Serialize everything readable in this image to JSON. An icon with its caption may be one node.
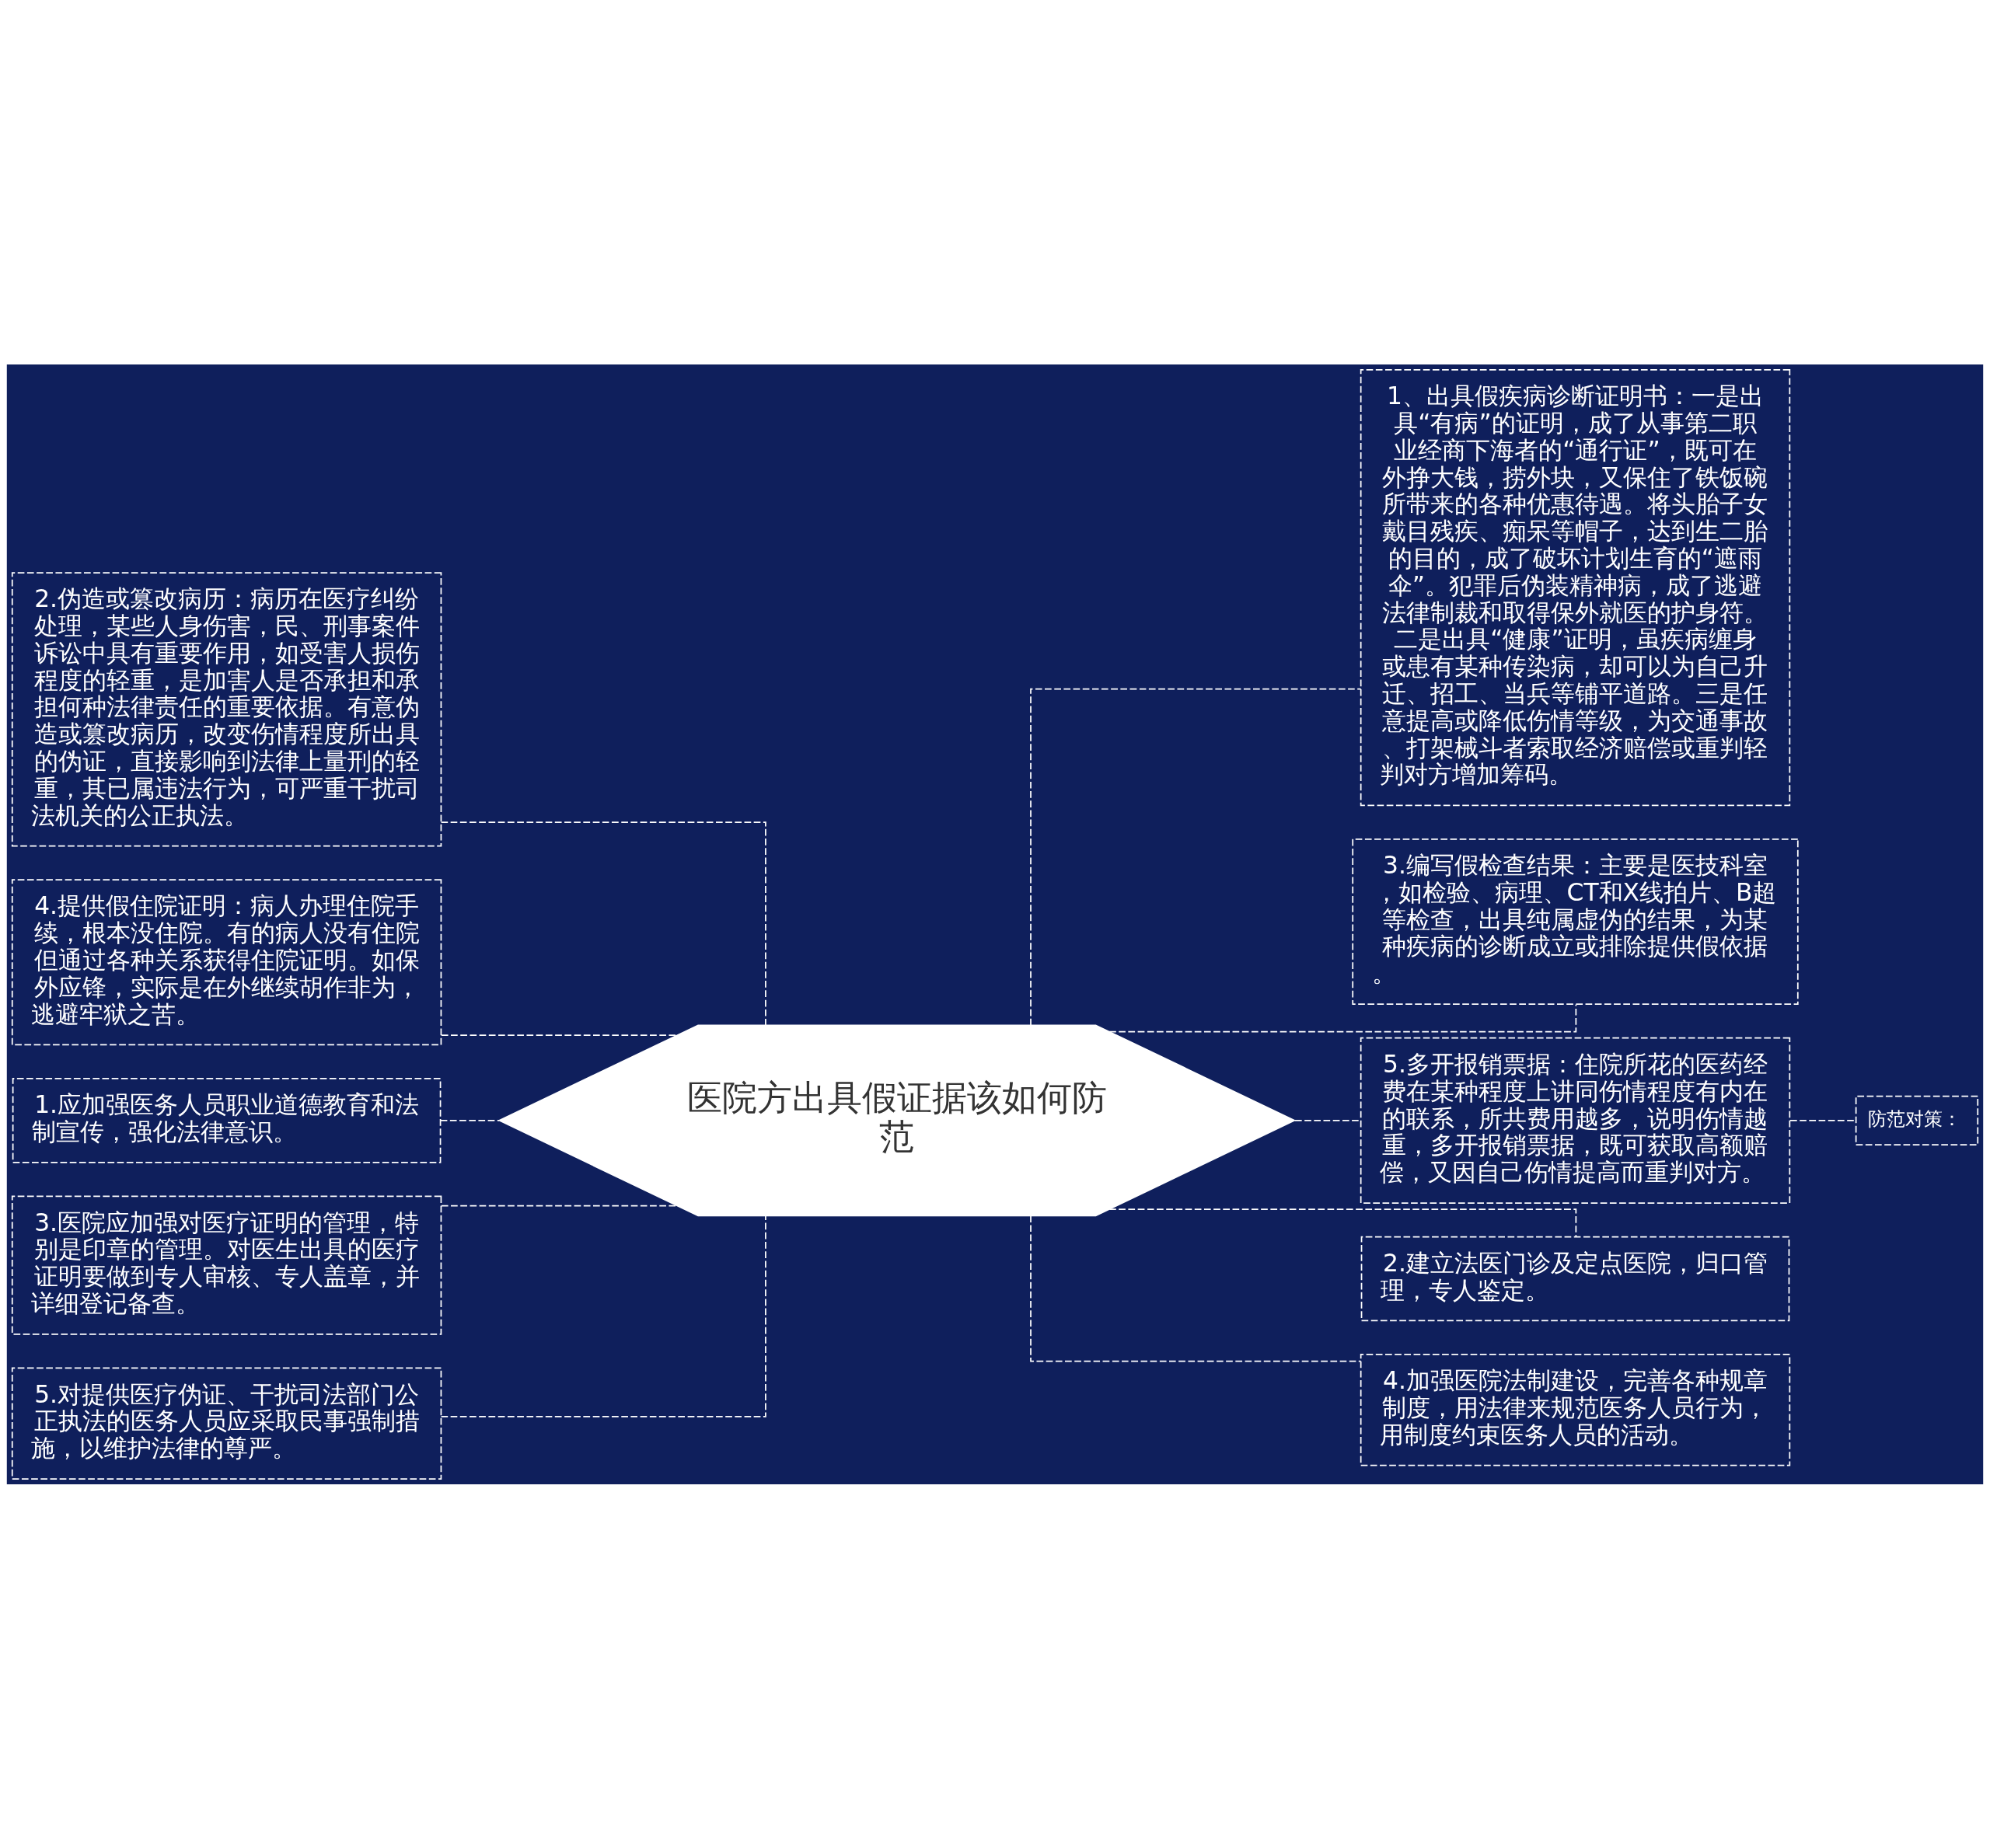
{
  "diagram": {
    "nodes": [
      {
        "text": [
          "医院方出具假证据该如何防范"
        ]
      },
      {
        "text": [
          "2.伪造或篡改病历：病历在医疗纠纷处理，某些人身伤害，民、刑事案件诉讼中具有重要作用，如受害人损伤程度的轻重，是加害人是否承担和承担何种法律责任的重要依据。有意伪造或篡改病历，改变伤情程度所出具的伪证，直接影响到法律上量刑的轻重，其已属违法行为，可严重干扰司法机关的公正执法。"
        ]
      },
      {
        "text": [
          "4.提供假住院证明：病人办理住院手续，根本没住院。有的病人没有住院但通过各种关系获得住院证明。如保外应锋，实际是在外继续胡作非为，逃避牢狱之苦。"
        ]
      },
      {
        "text": [
          "1.应加强医务人员职业道德教育和法制宣传，强化法律意识。"
        ]
      },
      {
        "text": [
          "3.医院应加强对医疗证明的管理，特别是印章的管理。对医生出具的医疗证明要做到专人审核、专人盖章，并详细登记备查。"
        ]
      },
      {
        "text": [
          "5.对提供医疗伪证、干扰司法部门公正执法的医务人员应采取民事强制措施，以维护法律的尊严。"
        ]
      },
      {
        "text": [
          "1、出具假疾病诊断证明书：一是出具“有病”的证明，成了从事第二职业经商下海者的“通行证”，既可在外挣大钱，捞外块，又保住了铁饭碗所带来的各种优惠待遇。将头胎子女戴目残疾、痴呆等帽子，达到生二胎的目的，成了破坏计划生育的“遮雨伞”。犯罪后伪装精神病，成了逃避法律制裁和取得保外就医的护身符。二是出具“健康”证明，虽疾病缠身或患有某种传染病，却可以为自己升迁、招工、当兵等铺平道路。三是任意提高或降低伤情等级，为交通事故、打架械斗者索取经济赔偿或重判轻判对方增加筹码。"
        ]
      },
      {
        "text": [
          "3.编写假检查结果：主要是医技科室，如检验、病理、CT和X线拍片、B超等检查，出具纯属虚伪的结果，为某种疾病的诊断成立或排除提供假依据。"
        ]
      },
      {
        "text": [
          "5.多开报销票据：住院所花的医药经费在某种程度上讲同伤情程度有内在的联系，所共费用越多，说明伤情越重，多开报销票据，既可获取高额赔偿，又因自己伤情提高而重判对方。"
        ]
      },
      {
        "text": [
          "2.建立法医门诊及定点医院，归口管理，专人鉴定。"
        ]
      },
      {
        "text": [
          "4.加强医院法制建设，完善各种规章制度，用法律来规范医务人员行为，用制度约束医务人员的活动。"
        ]
      },
      {
        "text": [
          "防范对策："
        ]
      }
    ],
    "edges": [
      {
        "from": 0,
        "to": 1,
        "arrow": "none",
        "style": "dashed"
      },
      {
        "from": 0,
        "to": 2,
        "arrow": "none",
        "style": "dashed"
      },
      {
        "from": 0,
        "to": 3,
        "arrow": "none",
        "style": "dashed"
      },
      {
        "from": 0,
        "to": 4,
        "arrow": "none",
        "style": "dashed"
      },
      {
        "from": 0,
        "to": 5,
        "arrow": "none",
        "style": "dashed"
      },
      {
        "from": 0,
        "to": 6,
        "arrow": "none",
        "style": "dashed"
      },
      {
        "from": 0,
        "to": 7,
        "arrow": "none",
        "style": "dashed"
      },
      {
        "from": 0,
        "to": 8,
        "arrow": "none",
        "style": "dashed"
      },
      {
        "from": 0,
        "to": 9,
        "arrow": "none",
        "style": "dashed"
      },
      {
        "from": 0,
        "to": 10,
        "arrow": "none",
        "style": "dashed"
      },
      {
        "from": 8,
        "to": 11,
        "arrow": "none",
        "style": "dashed"
      }
    ]
  }
}
